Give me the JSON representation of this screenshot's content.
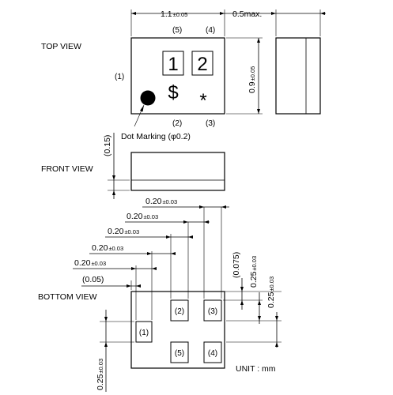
{
  "views": {
    "top": "TOP VIEW",
    "front": "FRONT VIEW",
    "bottom": "BOTTOM VIEW"
  },
  "top_view": {
    "pin_labels": {
      "p1": "(1)",
      "p2": "(2)",
      "p3": "(3)",
      "p4": "(4)",
      "p5": "(5)"
    },
    "marking": {
      "digit1": "1",
      "digit2": "2",
      "dollar": "$",
      "star": "*"
    },
    "dot_marking_label": "Dot Marking (φ0.2)"
  },
  "dimensions": {
    "width_main": "1.1",
    "width_tol": "±0.05",
    "thickness": "0.5max.",
    "height_main": "0.9",
    "height_tol": "±0.05",
    "front_offset": "(0.15)",
    "pitch_main": "0.20",
    "pitch_tol": "±0.03",
    "offset_005": "(0.05)",
    "offset_0075": "(0.075)",
    "vert_025_main": "0.25",
    "vert_025_tol": "±0.03"
  },
  "bottom_view": {
    "pad_labels": {
      "p1": "(1)",
      "p2": "(2)",
      "p3": "(3)",
      "p4": "(4)",
      "p5": "(5)"
    }
  },
  "unit_label": "UNIT : mm"
}
